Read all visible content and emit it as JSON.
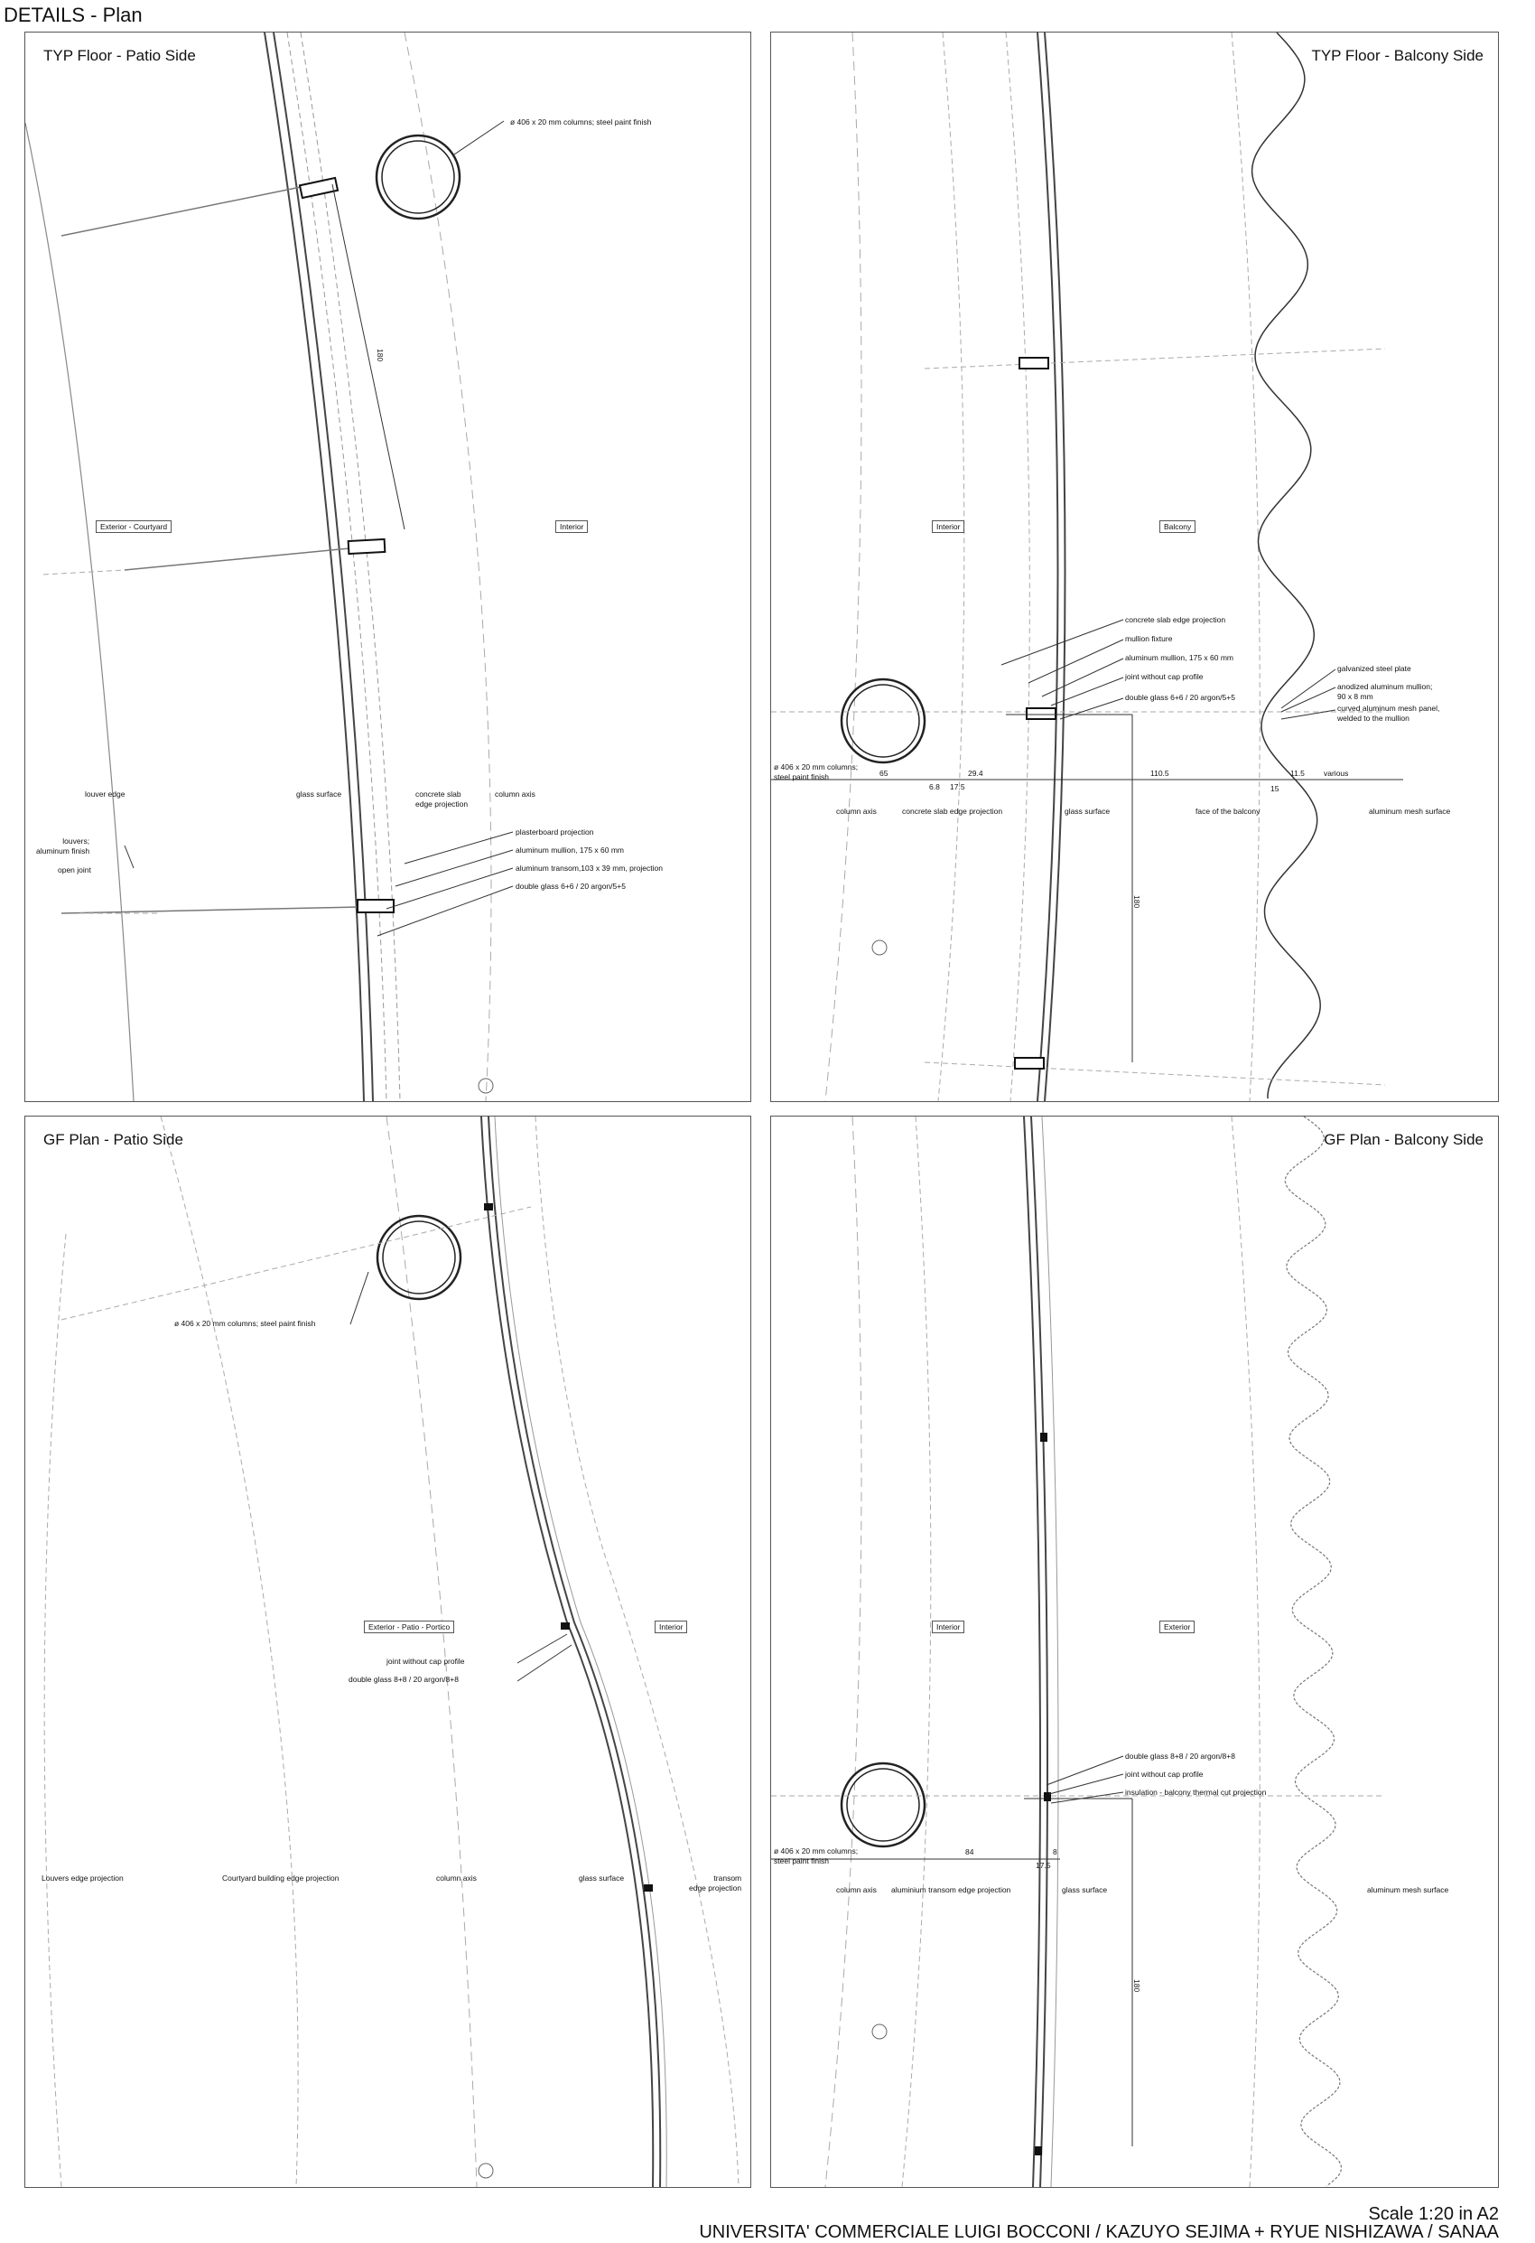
{
  "page_title": "DETAILS - Plan",
  "footer": {
    "scale": "Scale 1:20 in A2",
    "credit": "UNIVERSITA' COMMERCIALE LUIGI BOCCONI / KAZUYO SEJIMA + RYUE NISHIZAWA / SANAA"
  },
  "panels": {
    "typ_patio": {
      "title": "TYP Floor - Patio Side",
      "zones": [
        "Exterior - Courtyard",
        "Interior"
      ],
      "column_note": "ø 406 x 20 mm columns; steel paint finish",
      "dim_180": "180",
      "edge_labels": [
        "louver edge",
        "glass surface",
        "concrete slab\nedge projection",
        "column axis"
      ],
      "side_notes": [
        "louvers;\naluminum finish",
        "open joint"
      ],
      "callouts": [
        "plasterboard projection",
        "aluminum mullion, 175 x 60 mm",
        "aluminum transom,103 x 39 mm, projection",
        "double glass 6+6 / 20 argon/5+5"
      ]
    },
    "typ_balcony": {
      "title": "TYP Floor - Balcony Side",
      "zones": [
        "Interior",
        "Balcony"
      ],
      "column_note": "ø 406 x 20 mm columns;\nsteel paint finish",
      "callouts": [
        "concrete slab edge projection",
        "mullion fixture",
        "aluminum mullion, 175 x 60 mm",
        "joint without cap profile",
        "double glass 6+6 / 20 argon/5+5"
      ],
      "right_notes": [
        "galvanized steel plate",
        "anodized aluminum mullion;\n90 x 8 mm",
        "curved aluminum mesh panel,\nwelded to the mullion"
      ],
      "dims": [
        "65",
        "29.4",
        "6.8",
        "17.5",
        "110.5",
        "11.5",
        "various",
        "15"
      ],
      "dim_180": "180",
      "edge_labels": [
        "column axis",
        "concrete slab edge projection",
        "glass surface",
        "face of the balcony",
        "aluminum mesh surface"
      ]
    },
    "gf_patio": {
      "title": "GF Plan - Patio Side",
      "zones": [
        "Exterior - Patio - Portico",
        "Interior"
      ],
      "column_note": "ø 406 x 20 mm columns; steel paint finish",
      "callouts": [
        "joint without cap profile",
        "double glass 8+8 / 20 argon/8+8"
      ],
      "edge_labels": [
        "Louvers edge projection",
        "Courtyard building edge projection",
        "column axis",
        "glass surface",
        "transom\nedge projection"
      ]
    },
    "gf_balcony": {
      "title": "GF Plan - Balcony Side",
      "zones": [
        "Interior",
        "Exterior"
      ],
      "column_note": "ø 406 x 20 mm columns;\nsteel paint finish",
      "callouts": [
        "double glass  8+8 / 20 argon/8+8",
        "joint without cap profile",
        "insulation - balcony thermal cut projection"
      ],
      "dims": [
        "84",
        "8",
        "17.5"
      ],
      "dim_180": "180",
      "edge_labels": [
        "column axis",
        "aluminium transom edge projection",
        "glass surface",
        "aluminum mesh surface"
      ]
    }
  }
}
